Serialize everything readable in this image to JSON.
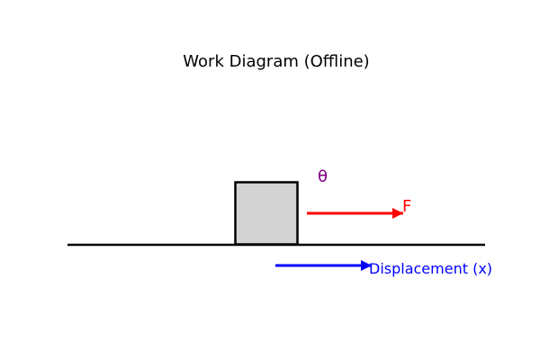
{
  "title": "Work Diagram (Offline)",
  "labels": {
    "force": "F",
    "angle": "θ",
    "displacement": "Displacement (x)"
  },
  "colors": {
    "ground": "#000000",
    "block_fill": "#d3d3d3",
    "block_stroke": "#000000",
    "force": "#ff0000",
    "angle": "#800080",
    "displacement": "#0000ff"
  }
}
